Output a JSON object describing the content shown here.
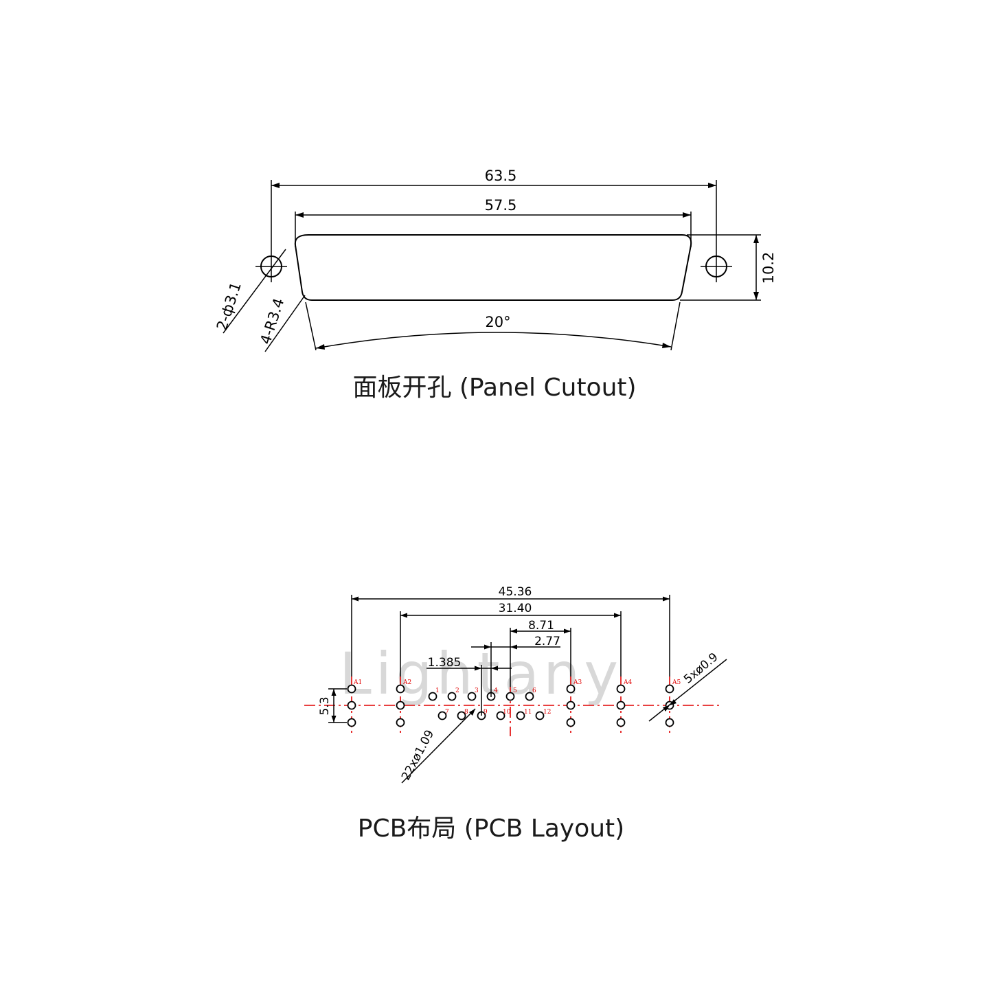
{
  "watermark": "Lightany",
  "panel": {
    "caption": "面板开孔 (Panel Cutout)",
    "dim_overall": "63.5",
    "dim_inner": "57.5",
    "dim_height": "10.2",
    "dim_angle": "20°",
    "dim_holes": "2-ф3.1",
    "dim_radius": "4-R3.4"
  },
  "pcb": {
    "caption": "PCB布局 (PCB Layout)",
    "dim_a": "45.36",
    "dim_b": "31.40",
    "dim_c": "8.71",
    "dim_d": "2.77",
    "dim_e": "1.385",
    "dim_f": "5.3",
    "dim_signal_holes": "22xø1.09",
    "dim_coax_holes": "5xø0.9",
    "coax_labels": [
      "A1",
      "A2",
      "A3",
      "A4",
      "A5"
    ],
    "pin_labels": [
      "1",
      "2",
      "3",
      "4",
      "5",
      "6",
      "7",
      "8",
      "9",
      "10",
      "11",
      "12"
    ]
  }
}
